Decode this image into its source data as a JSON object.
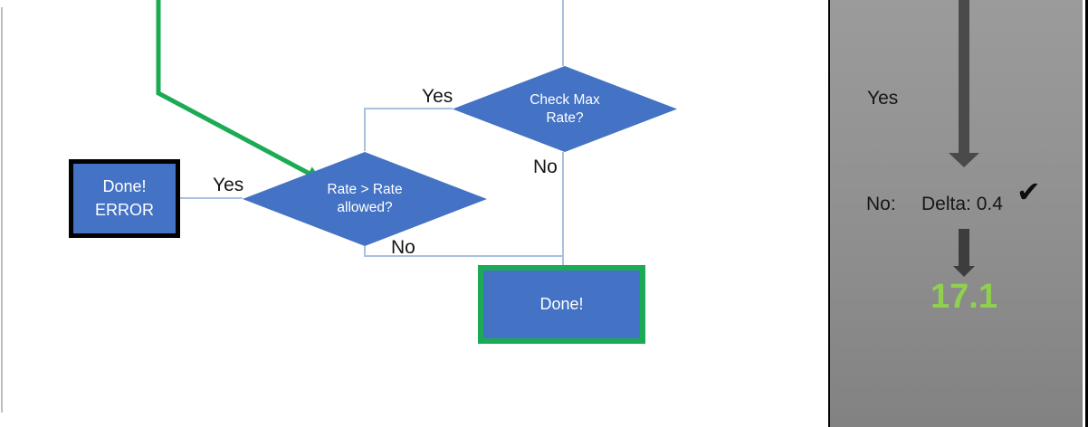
{
  "colors": {
    "shape_blue": "#4472C4",
    "accent_green": "#1BAB54",
    "result_green": "#8FD14F",
    "connector_blue": "#A9C0DF",
    "arrow_gray_top": "#4A4A4A",
    "arrow_gray_bottom": "#3D3D3D",
    "panel_gray_top": "#9B9B9B",
    "panel_gray_bottom": "#828282"
  },
  "flowchart": {
    "check_max_diamond": {
      "line1": "Check Max",
      "line2": "Rate?"
    },
    "check_max_yes": "Yes",
    "check_max_no": "No",
    "rate_diamond": {
      "line1": "Rate > Rate",
      "line2": "allowed?"
    },
    "rate_yes": "Yes",
    "rate_no": "No",
    "done_error_box": {
      "line1": "Done!",
      "line2": "ERROR"
    },
    "done_box": {
      "label": "Done!"
    }
  },
  "panel": {
    "yes_label": "Yes",
    "no_label": "No:",
    "delta_text": "Delta: 0.4",
    "check_mark": "✔",
    "result_value": "17.1"
  }
}
